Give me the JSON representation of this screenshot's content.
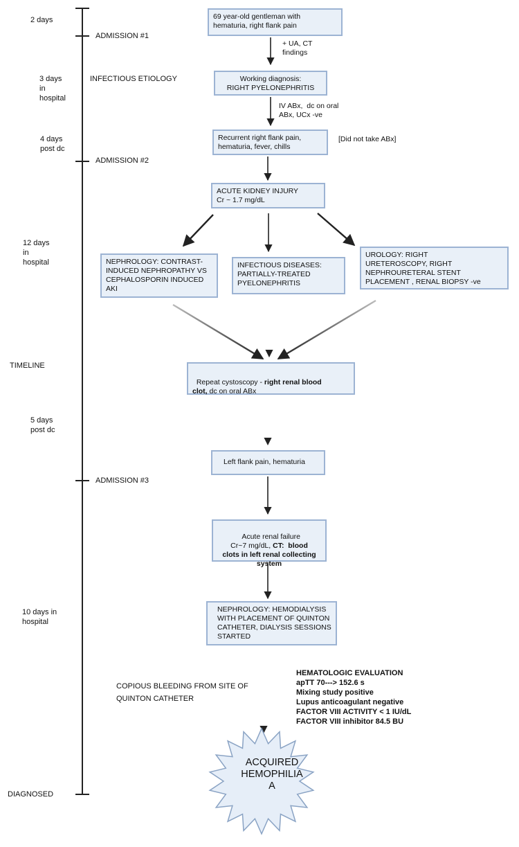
{
  "timeline": {
    "label": "TIMELINE",
    "durations": {
      "d1": "2 days",
      "d2": "3 days\nin\nhospital",
      "d3": "4 days\npost dc",
      "d4": "12 days\nin\nhospital",
      "d5": "5 days\npost dc",
      "d6": "10 days in\nhospital",
      "d7": "DIAGNOSED"
    },
    "admissions": {
      "a1": "ADMISSION #1",
      "a2": "ADMISSION #2",
      "a3": "ADMISSION #3"
    },
    "side_notes": {
      "infectious": "INFECTIOUS ETIOLOGY",
      "bleeding": "COPIOUS BLEEDING FROM SITE OF\nQUINTON CATHETER"
    }
  },
  "boxes": {
    "b1": "69 year-old gentleman with\nhematuria, right flank pain",
    "b2": "Working diagnosis:\nRIGHT PYELONEPHRITIS",
    "b3": "Recurrent right flank pain,\nhematuria, fever, chills",
    "b4": "ACUTE KIDNEY INJURY\nCr ~ 1.7 mg/dL",
    "b5": "NEPHROLOGY: CONTRAST-\nINDUCED NEPHROPATHY VS\nCEPHALOSPORIN INDUCED\nAKI",
    "b6": "INFECTIOUS DISEASES:\nPARTIALLY-TREATED\nPYELONEPHRITIS",
    "b7": "UROLOGY: RIGHT\nURETEROSCOPY, RIGHT\nNEPHROURETERAL STENT\nPLACEMENT , RENAL BIOPSY -ve",
    "b8": {
      "p1": "Repeat cystoscopy - ",
      "p2": "right renal blood\nclot,",
      "p3": " dc on oral ABx"
    },
    "b9": "Left flank pain, hematuria",
    "b10": {
      "p1": "Acute renal failure\nCr~7 mg/dL, ",
      "p2": "CT:  blood\nclots in left renal collecting\nsystem"
    },
    "b11": "NEPHROLOGY: HEMODIALYSIS\nWITH PLACEMENT OF QUINTON\nCATHETER, DIALYSIS SESSIONS\nSTARTED"
  },
  "annotations": {
    "a1": "+ UA, CT\nfindings",
    "a2": "IV ABx,  dc on oral\nABx, UCx -ve",
    "a3": "[Did not take ABx]"
  },
  "hematologic": [
    "HEMATOLOGIC EVALUATION",
    "apTT 70---> 152.6 s",
    "Mixing study positive",
    "Lupus anticoagulant negative",
    "FACTOR VIII ACTIVITY < 1 IU/dL",
    "FACTOR VIII inhibitor 84.5 BU"
  ],
  "diagnosis": {
    "line1": "ACQUIRED",
    "line2": "HEMOPHILIA",
    "line3": "A"
  },
  "colors": {
    "box_fill": "#e9f0f8",
    "box_border": "#9cb3d3",
    "arrow": "#222222",
    "star_fill": "#e6eef8",
    "star_stroke": "#8aa3c4"
  }
}
